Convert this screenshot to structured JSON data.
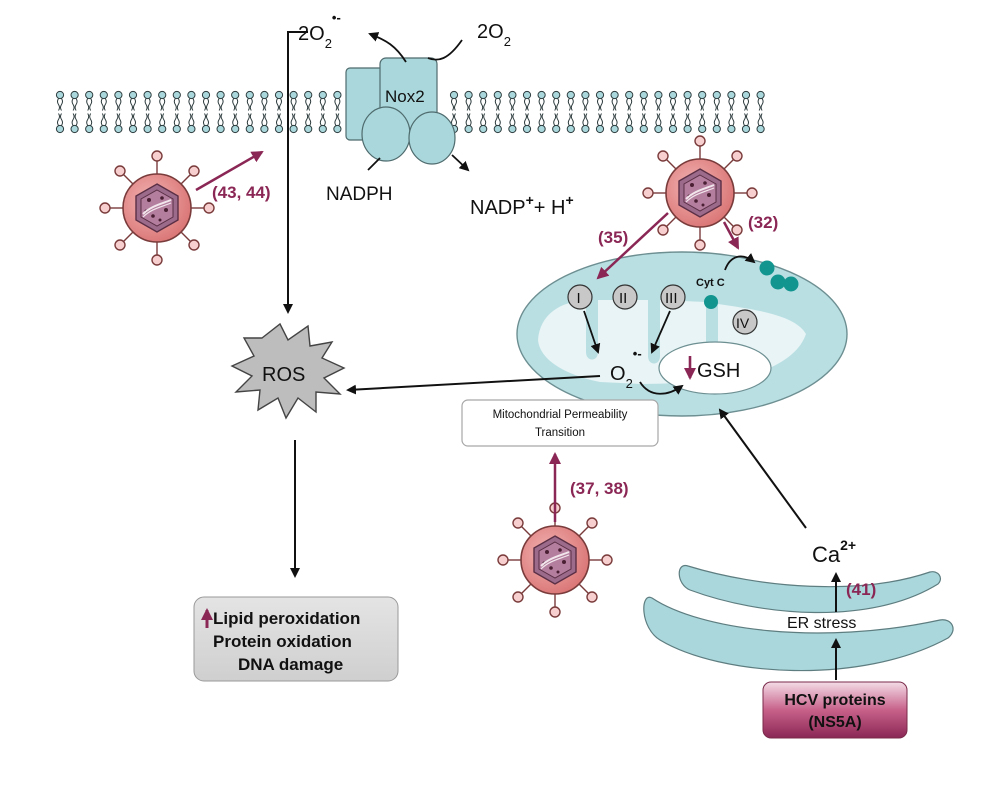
{
  "membrane": {
    "nox2_label": "Nox2",
    "superoxide_count": "2O",
    "superoxide_sub": "2",
    "superoxide_sup": "•-",
    "oxygen_count": "2O",
    "oxygen_sub": "2",
    "nadph": "NADPH",
    "nadp_plus": "NADP",
    "nadp_rest": "+ H",
    "plus_sup": "+"
  },
  "references": {
    "nox": "(43, 44)",
    "complex_i": "(35)",
    "cyt_c": "(32)",
    "mpt": "(37, 38)",
    "er": "(41)"
  },
  "ros": "ROS",
  "outcomes": [
    "Lipid peroxidation",
    "Protein oxidation",
    "DNA damage"
  ],
  "mitochondrion": {
    "complexes": [
      "I",
      "II",
      "III",
      "IV"
    ],
    "cyt_c": "Cyt C",
    "superoxide": "O",
    "superoxide_sub": "2",
    "superoxide_sup": "•-",
    "gsh": "GSH"
  },
  "mpt_box": [
    "Mitochondrial Permeability",
    "Transition"
  ],
  "calcium": "Ca",
  "calcium_sup": "2+",
  "er_stress": "ER stress",
  "hcv_proteins": [
    "HCV proteins",
    "(NS5A)"
  ],
  "colors": {
    "maroon": "#8b2755",
    "membrane_blue": "#9ed3d8",
    "mito_fill": "#b9dfe3",
    "cyt_c_teal": "#13958f",
    "virus_pink": "#e58a8a"
  }
}
